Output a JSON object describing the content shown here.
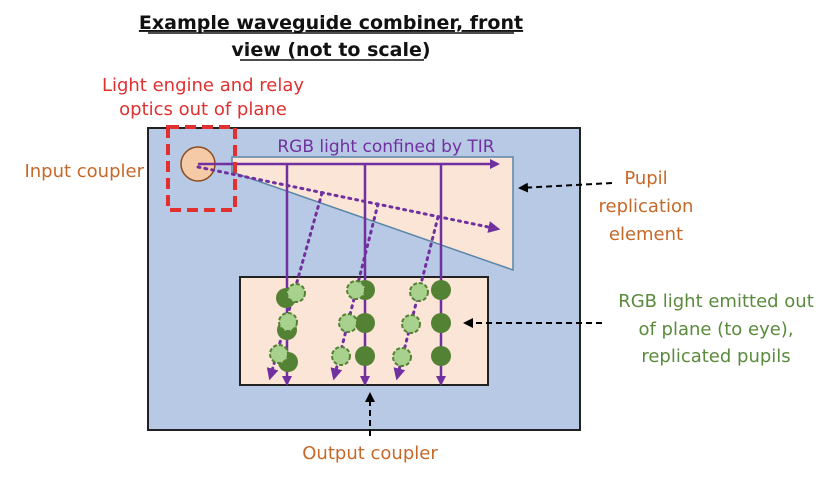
{
  "title": {
    "line1": "Example waveguide combiner, front",
    "line2": "view (not to scale)"
  },
  "labels": {
    "light_engine": {
      "line1": "Light engine and relay",
      "line2": "optics out of plane"
    },
    "input_coupler": "Input coupler",
    "tir": "RGB light confined by TIR",
    "pupil_replication": {
      "line1": "Pupil",
      "line2": "replication",
      "line3": "element"
    },
    "emitted": {
      "line1": "RGB light emitted out",
      "line2": "of plane (to eye),",
      "line3": "replicated pupils"
    },
    "output_coupler": "Output coupler"
  },
  "colors": {
    "waveguide_fill": "#b8c9e5",
    "element_fill": "#fbe5d6",
    "coupler_fill": "#f5cba7",
    "coupler_stroke": "#8a4b20",
    "purple": "#7030a0",
    "red": "#e03030",
    "orange_text": "#c5692a",
    "green_text": "#5a8a3c",
    "dark_green": "#548235",
    "light_green": "#a9d18e",
    "element_stroke": "#5a86a8"
  }
}
